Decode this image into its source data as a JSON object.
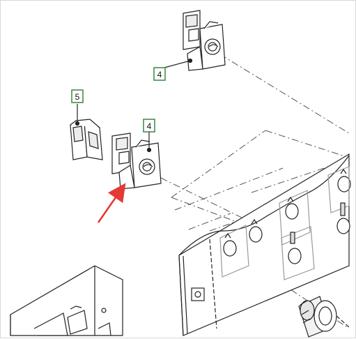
{
  "callouts": [
    {
      "id": "top-4",
      "label": "4"
    },
    {
      "id": "mid-5",
      "label": "5"
    },
    {
      "id": "mid-4",
      "label": "4"
    }
  ],
  "colors": {
    "line": "#222222",
    "dash": "#555555",
    "callout_border": "#2e7d32",
    "arrow": "#e53935",
    "panel_fill": "#ffffff",
    "shade": "#e9e9e9"
  },
  "icons": [
    "contact-block-icon",
    "mounting-adapter-icon",
    "push-button-icon",
    "red-arrow-icon"
  ]
}
